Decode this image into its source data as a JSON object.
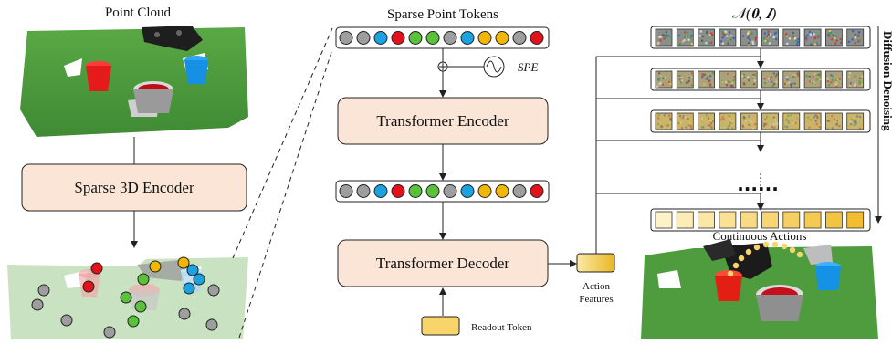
{
  "labels": {
    "point_cloud": "Point Cloud",
    "sparse_encoder": "Sparse 3D Encoder",
    "sparse_point_tokens": "Sparse Point Tokens",
    "spe": "SPE",
    "transformer_encoder": "Transformer Encoder",
    "transformer_decoder": "Transformer Decoder",
    "readout_token": "Readout Token",
    "action_features_line1": "Action",
    "action_features_line2": "Features",
    "noise_dist": "𝒩(𝟎, 𝑰)",
    "diffusion_denoising": "Diffusion Denoising",
    "continuous_actions": "Continuous Actions"
  },
  "token_colors": [
    "#9e9e9e",
    "#9e9e9e",
    "#1aa3e0",
    "#e3121a",
    "#5cc13a",
    "#5cc13a",
    "#9e9e9e",
    "#1aa3e0",
    "#f2b705",
    "#f2b705",
    "#9e9e9e",
    "#e3121a"
  ],
  "colors": {
    "table_green": "#4f9c3e",
    "encoder_fill": "#fbe5d6",
    "readout_fill": "#f7d56a",
    "action_final": "#f2be30"
  }
}
